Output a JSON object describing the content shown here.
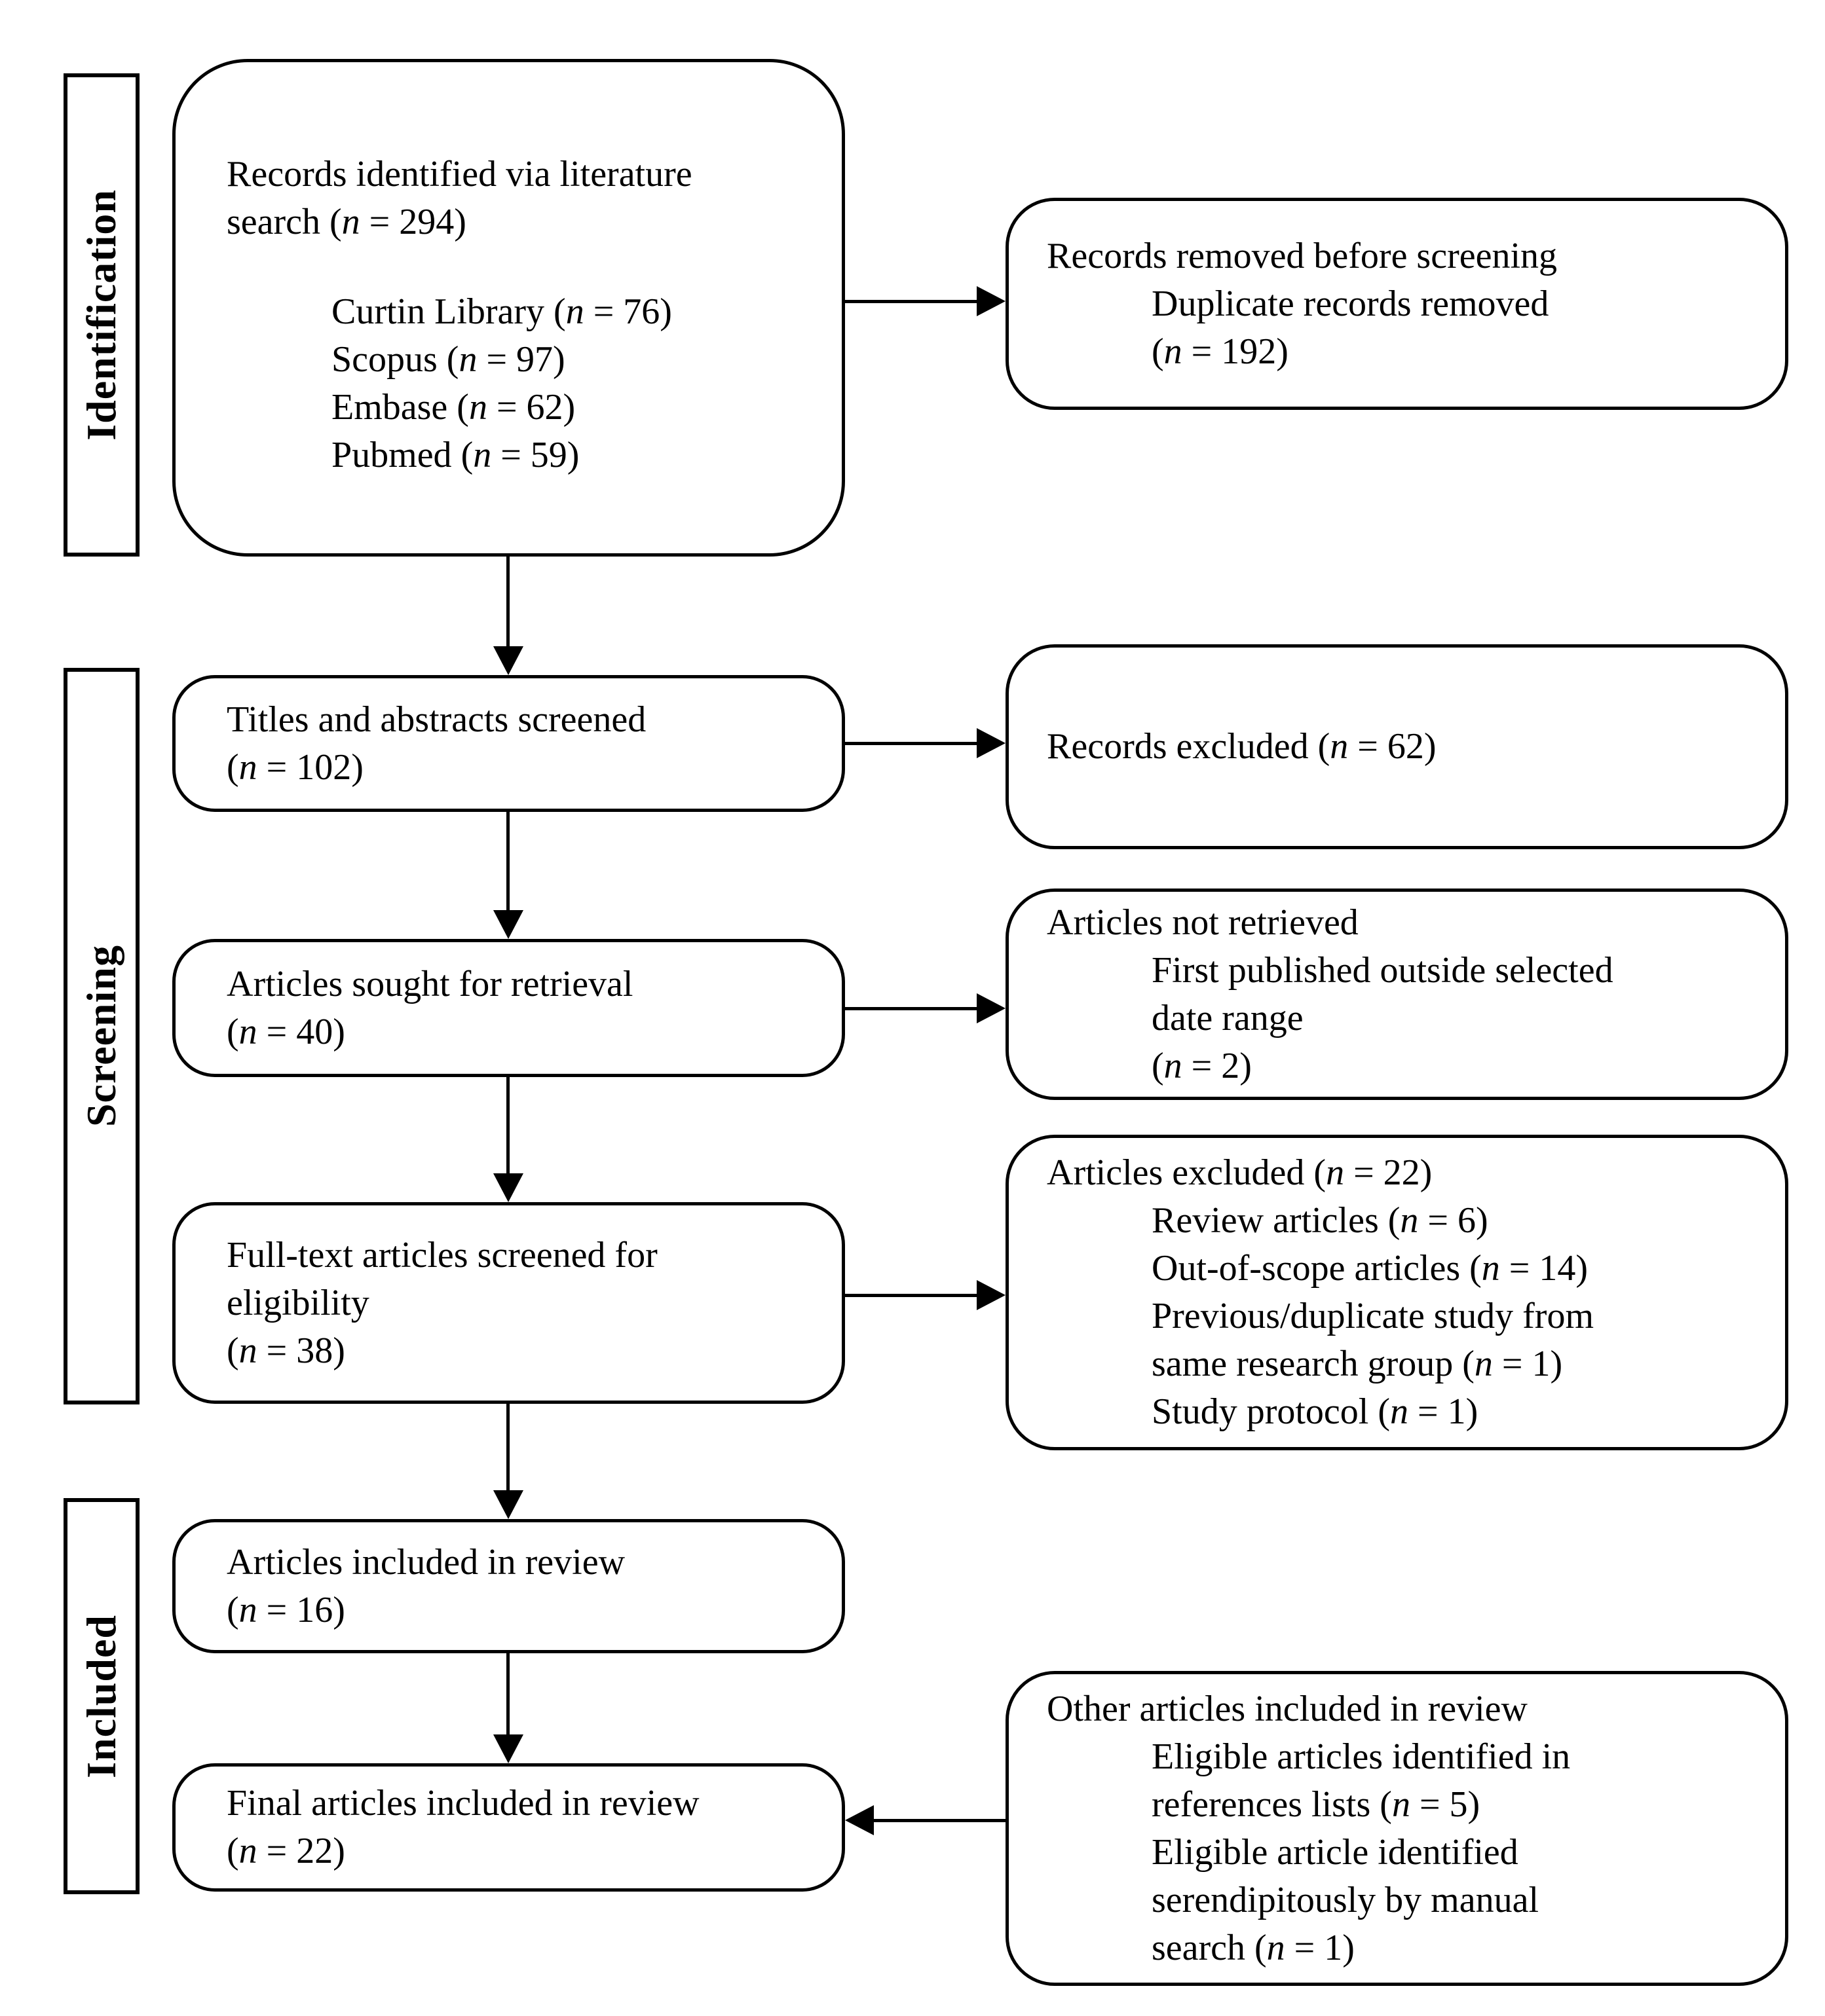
{
  "stages": {
    "identification": "Identification",
    "screening": "Screening",
    "included": "Included"
  },
  "colors": {
    "line": "#000000",
    "background": "#ffffff",
    "text": "#000000"
  },
  "boxes": {
    "records_identified": [
      {
        "text": "Records identified via literature"
      },
      {
        "text": "search (n = 294)"
      },
      {
        "text": "Curtin Library (n = 76)",
        "indent": 1,
        "gap": true
      },
      {
        "text": "Scopus (n = 97)",
        "indent": 1
      },
      {
        "text": "Embase (n = 62)",
        "indent": 1
      },
      {
        "text": "Pubmed (n = 59)",
        "indent": 1
      }
    ],
    "records_removed": [
      {
        "text": "Records removed before screening"
      },
      {
        "text": "Duplicate records removed",
        "indent": 1
      },
      {
        "text": "(n = 192)",
        "indent": 1
      }
    ],
    "titles_screened": [
      {
        "text": "Titles and abstracts screened"
      },
      {
        "text": "(n = 102)"
      }
    ],
    "records_excluded": [
      {
        "text": "Records excluded (n = 62)"
      }
    ],
    "articles_sought": [
      {
        "text": "Articles sought for retrieval"
      },
      {
        "text": "(n = 40)"
      }
    ],
    "articles_not_retrieved": [
      {
        "text": "Articles not retrieved"
      },
      {
        "text": "First published outside selected",
        "indent": 1
      },
      {
        "text": "date range",
        "indent": 1
      },
      {
        "text": "(n = 2)",
        "indent": 1
      }
    ],
    "fulltext_screened": [
      {
        "text": "Full-text articles screened for"
      },
      {
        "text": "eligibility"
      },
      {
        "text": "(n = 38)"
      }
    ],
    "articles_excluded": [
      {
        "text": "Articles excluded (n = 22)"
      },
      {
        "text": "Review articles (n = 6)",
        "indent": 1
      },
      {
        "text": "Out-of-scope articles (n = 14)",
        "indent": 1
      },
      {
        "text": "Previous/duplicate study from",
        "indent": 1
      },
      {
        "text": "same research group (n = 1)",
        "indent": 1
      },
      {
        "text": "Study protocol (n = 1)",
        "indent": 1
      }
    ],
    "articles_included": [
      {
        "text": "Articles included in review"
      },
      {
        "text": "(n = 16)"
      }
    ],
    "final_included": [
      {
        "text": "Final articles included in review"
      },
      {
        "text": "(n = 22)"
      }
    ],
    "other_included": [
      {
        "text": "Other articles included in review"
      },
      {
        "text": "Eligible articles identified in",
        "indent": 1
      },
      {
        "text": "references lists (n = 5)",
        "indent": 1
      },
      {
        "text": "Eligible article identified",
        "indent": 1
      },
      {
        "text": "serendipitously by manual",
        "indent": 1
      },
      {
        "text": "search (n = 1)",
        "indent": 1
      }
    ]
  }
}
